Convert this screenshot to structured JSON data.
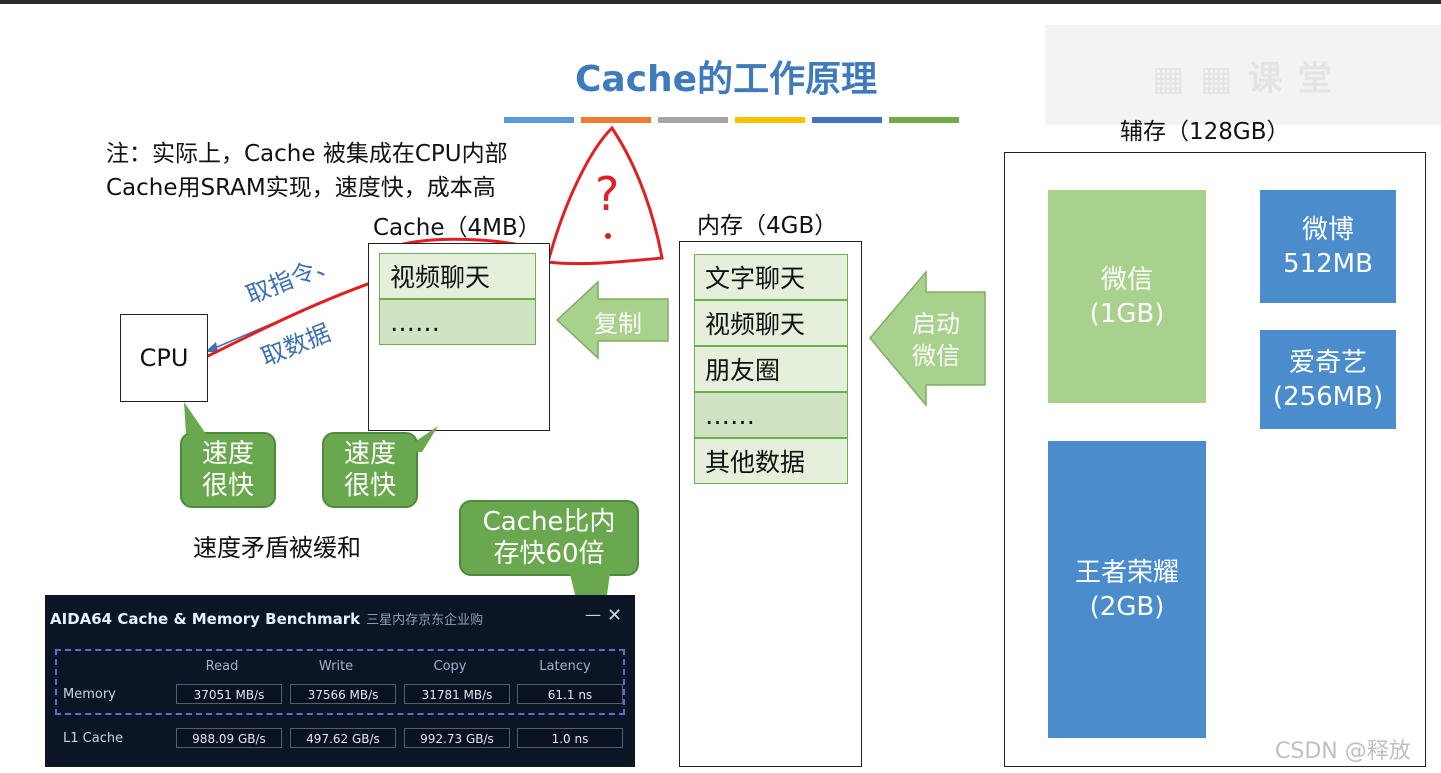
{
  "title": "Cache的工作原理",
  "stripe_colors": [
    "#5b9bd5",
    "#ed7d31",
    "#a5a5a5",
    "#ffc000",
    "#4472c4",
    "#70ad47"
  ],
  "notes": [
    "注：实际上，Cache 被集成在CPU内部",
    "Cache用SRAM实现，速度快，成本高"
  ],
  "cpu": {
    "label": "CPU"
  },
  "cache": {
    "title": "Cache（4MB）",
    "rows": [
      "视频聊天",
      "……"
    ]
  },
  "memory": {
    "title": "内存（4GB）",
    "rows": [
      "文字聊天",
      "视频聊天",
      "朋友圈",
      "……",
      "其他数据"
    ]
  },
  "storage": {
    "title": "辅存（128GB）",
    "apps": {
      "wechat": {
        "name": "微信",
        "size": "(1GB)",
        "color": "#a9d18e"
      },
      "weibo": {
        "name": "微博",
        "size": "512MB",
        "color": "#4a8ccc"
      },
      "iqiyi": {
        "name": "爱奇艺",
        "size": "(256MB)",
        "color": "#4a8ccc"
      },
      "honor": {
        "name": "王者荣耀",
        "size": "(2GB)",
        "color": "#4a8ccc"
      }
    }
  },
  "arrows": {
    "copy": "复制",
    "launch_line1": "启动",
    "launch_line2": "微信"
  },
  "annotation": {
    "line1": "取指令、",
    "line2": "取数据"
  },
  "bubbles": {
    "cpu_speed": {
      "line1": "速度",
      "line2": "很快"
    },
    "cache_speed": {
      "line1": "速度",
      "line2": "很快"
    },
    "cache_vs_mem": {
      "line1": "Cache比内",
      "line2": "存快60倍"
    }
  },
  "conflict_text": "速度矛盾被缓和",
  "aida": {
    "title": "AIDA64 Cache & Memory Benchmark",
    "subtitle": "三星内存京东企业购",
    "close": "✕",
    "minimize": "—",
    "headers": [
      "Read",
      "Write",
      "Copy",
      "Latency"
    ],
    "rows": [
      {
        "label": "Memory",
        "values": [
          "37051 MB/s",
          "37566 MB/s",
          "31781 MB/s",
          "61.1 ns"
        ]
      },
      {
        "label": "L1 Cache",
        "values": [
          "988.09 GB/s",
          "497.62 GB/s",
          "992.73 GB/s",
          "1.0 ns"
        ]
      }
    ]
  },
  "watermark": "CSDN @释放",
  "question_mark": "?"
}
